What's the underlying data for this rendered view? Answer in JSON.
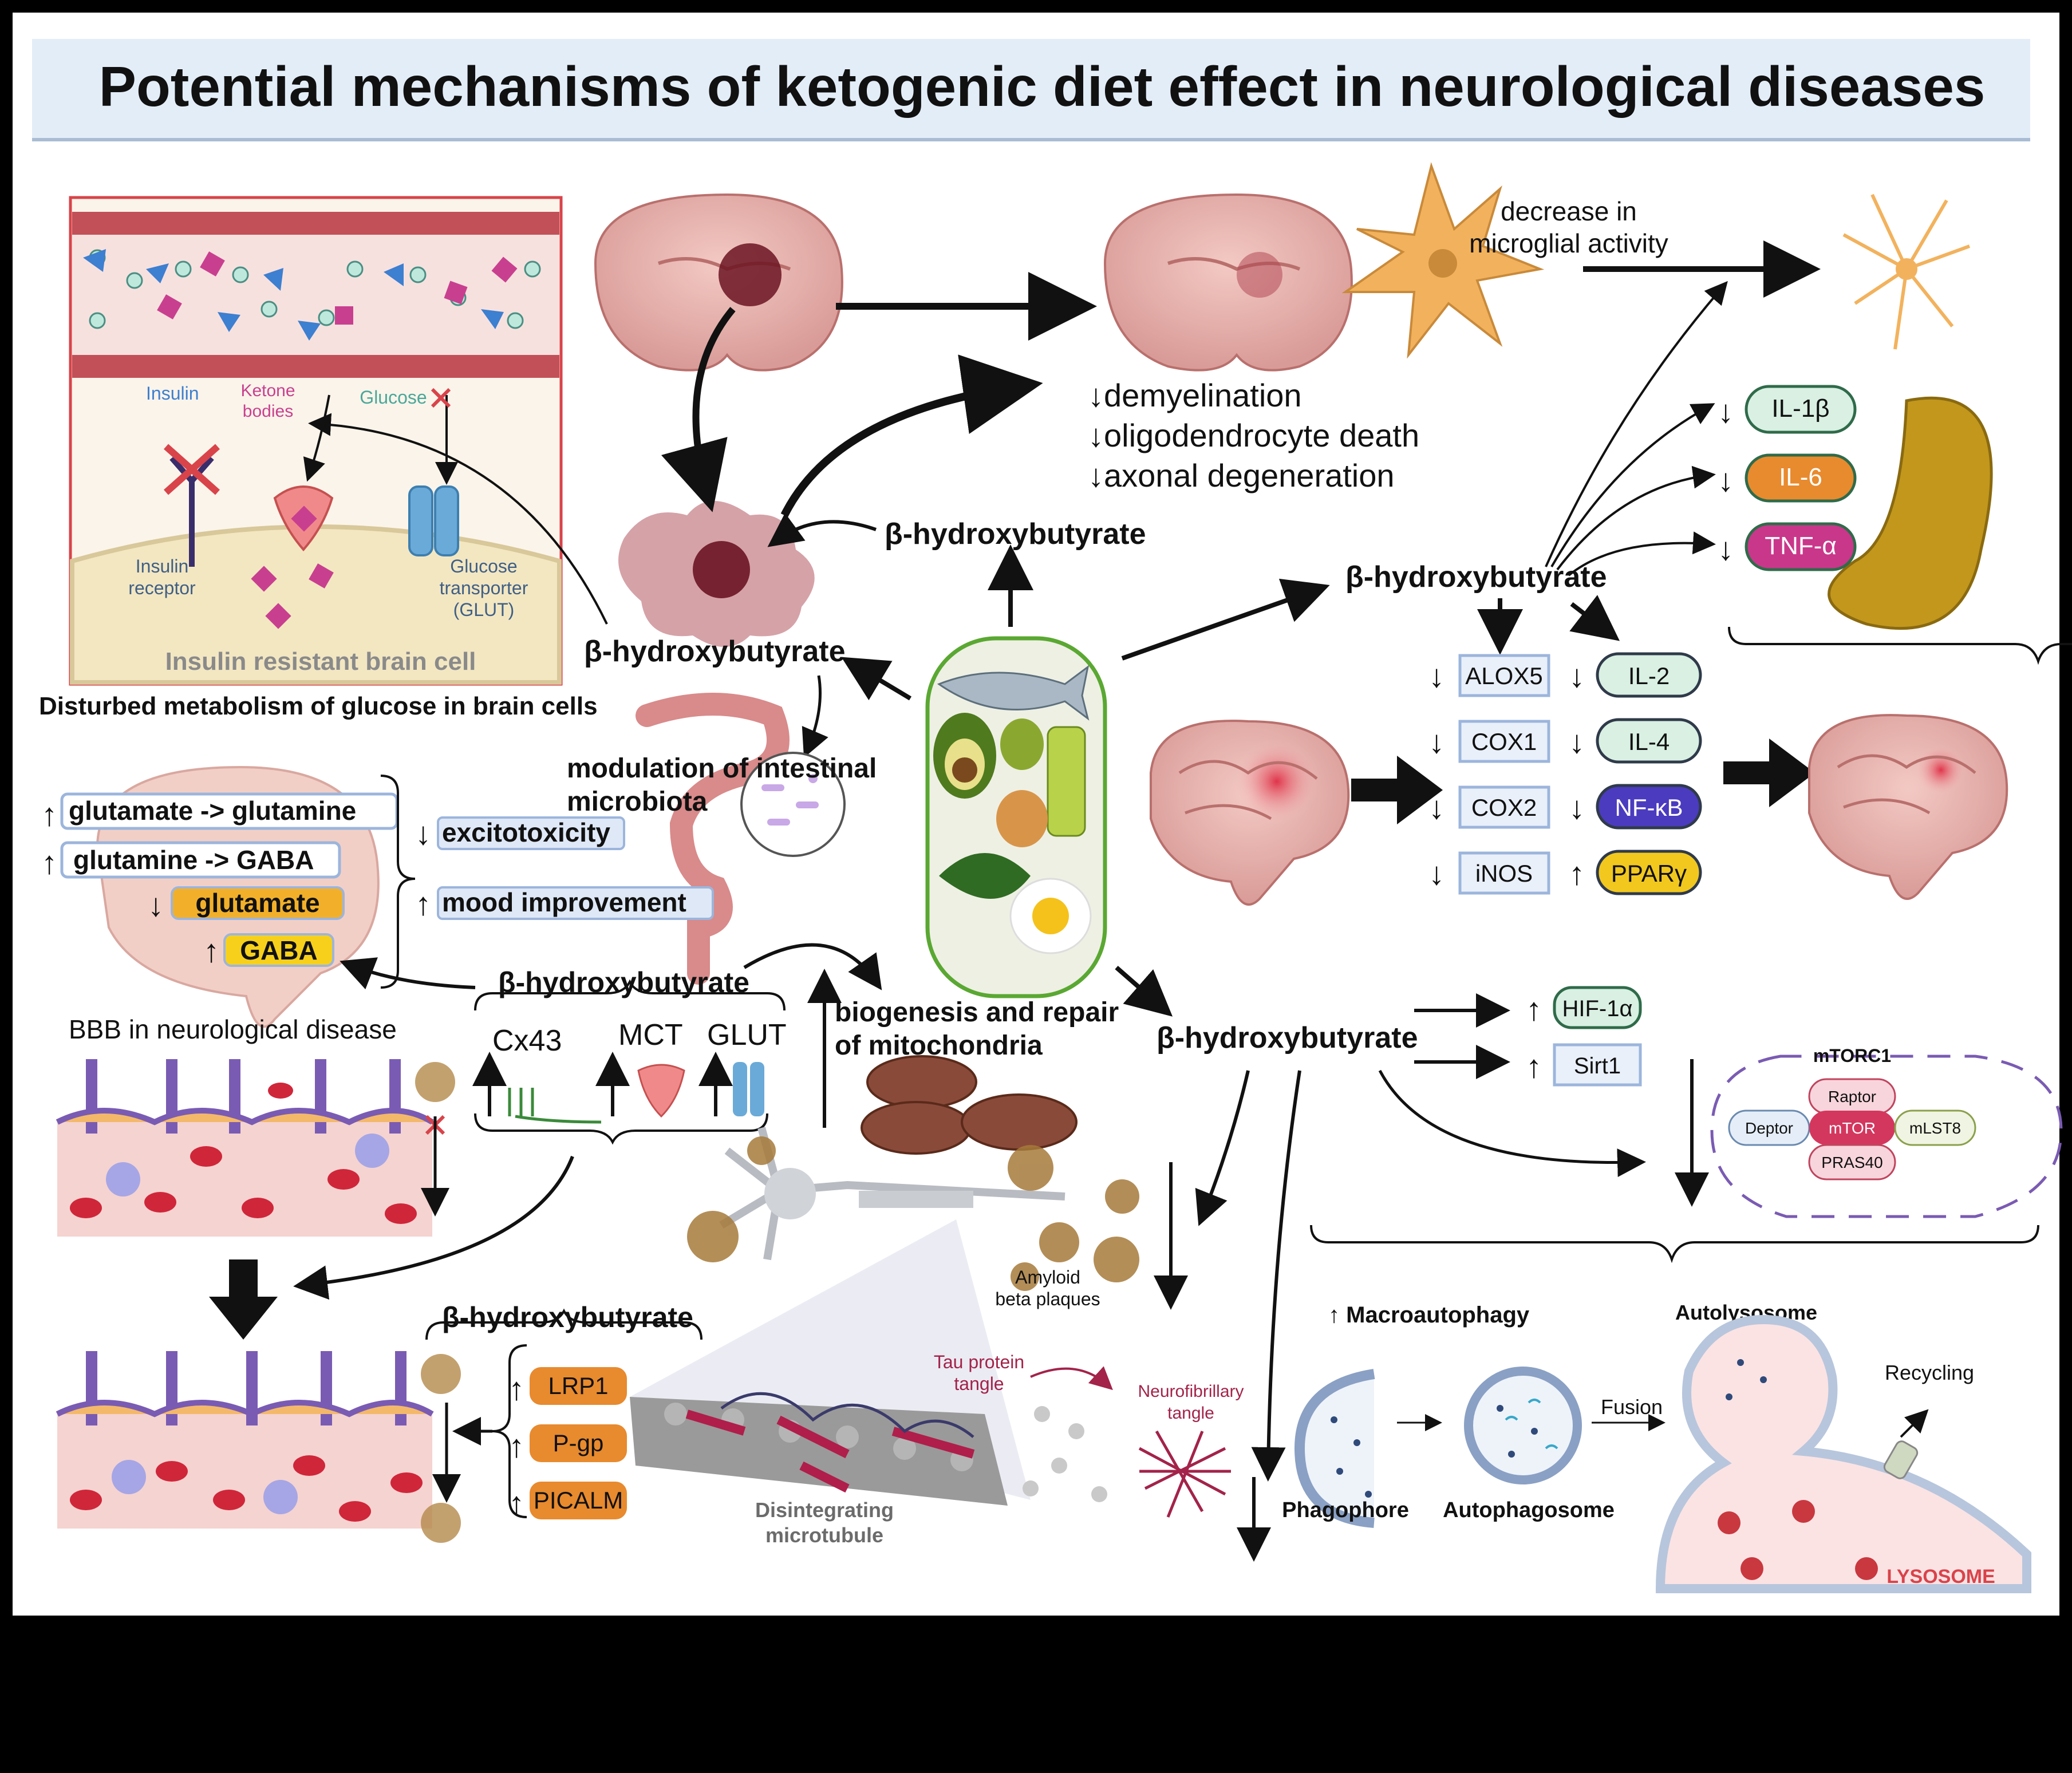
{
  "title": "Potential mechanisms of ketogenic diet effect in neurological diseases",
  "bhb": "β-hydroxybutyrate",
  "insulin_panel": {
    "insulin": "Insulin",
    "ketone_bodies": "Ketone bodies",
    "glucose": "Glucose",
    "insulin_receptor": "Insulin receptor",
    "glucose_transporter": "Glucose transporter (GLUT)",
    "cell_label": "Insulin resistant brain cell",
    "caption": "Disturbed metabolism of glucose in brain cells"
  },
  "demyelination_effects": [
    "demyelination",
    "oligodendrocyte death",
    "axonal degeneration"
  ],
  "microglia": {
    "label": "decrease in microglial activity"
  },
  "cytokines_pancreas": [
    {
      "name": "IL-1β",
      "color": "#d9f0e3"
    },
    {
      "name": "IL-6",
      "color": "#e88a2e"
    },
    {
      "name": "TNF-α",
      "color": "#c9378a"
    }
  ],
  "inflammation_left": [
    "ALOX5",
    "COX1",
    "COX2",
    "iNOS"
  ],
  "inflammation_right": [
    {
      "name": "IL-2",
      "dir": "down",
      "color": "#d9f0e3"
    },
    {
      "name": "IL-4",
      "dir": "down",
      "color": "#d9f0e3"
    },
    {
      "name": "NF-κB",
      "dir": "down",
      "color": "#4b3bbf"
    },
    {
      "name": "PPARγ",
      "dir": "up",
      "color": "#f2c81e"
    }
  ],
  "intestinal": "modulation of intestinal microbiota",
  "neurotransmitters": {
    "up1": "glutamate -> glutamine",
    "up2": "glutamine -> GABA",
    "glutamate": "glutamate",
    "gaba": "GABA",
    "excitotoxicity": "excitotoxicity",
    "mood": "mood improvement"
  },
  "bbb": {
    "label": "BBB in neurological disease",
    "cx43": "Cx43",
    "mct": "MCT",
    "glut": "GLUT"
  },
  "mito": "biogenesis and repair of mitochondria",
  "clearance": [
    "LRP1",
    "P-gp",
    "PICALM"
  ],
  "neuron": {
    "amyloid": "Amyloid beta plaques",
    "tau": "Tau protein tangle",
    "nft": "Neurofibrillary tangle",
    "microtubule": "Disintegrating microtubule"
  },
  "hif": [
    "HIF-1α",
    "Sirt1"
  ],
  "mtorc1": {
    "title": "mTORC1",
    "raptor": "Raptor",
    "mtor": "mTOR",
    "deptor": "Deptor",
    "mlst8": "mLST8",
    "pras40": "PRAS40"
  },
  "autophagy": {
    "macro": "Macroautophagy",
    "phagophore": "Phagophore",
    "autophagosome": "Autophagosome",
    "fusion": "Fusion",
    "autolysosome": "Autolysosome",
    "recycling": "Recycling",
    "lysosome": "LYSOSOME"
  }
}
